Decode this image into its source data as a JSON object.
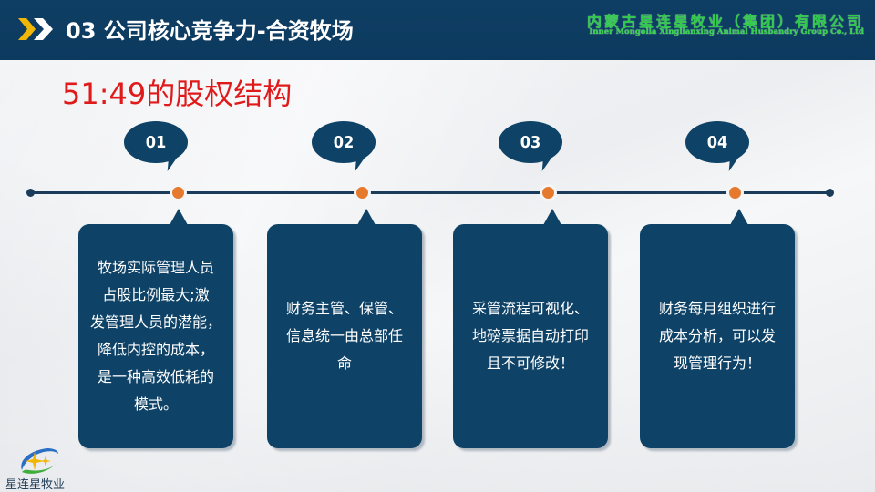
{
  "header": {
    "section_number_title": "03 公司核心竞争力-合资牧场",
    "company_name_cn": "内蒙古星连星牧业（集团）有限公司",
    "company_name_en": "Inner Mongolia Xinglianxing Animal Husbandry Group Co., Ltd",
    "icon": "double-chevron-icon"
  },
  "main": {
    "title": "51:49的股权结构",
    "title_color": "#e01a1a",
    "steps": [
      {
        "number": "01",
        "text": "牧场实际管理人员\n占股比例最大;激\n发管理人员的潜能，\n降低内控的成本，\n是一种高效低耗的\n模式。"
      },
      {
        "number": "02",
        "text": "财务主管、保管、\n信息统一由总部任\n命"
      },
      {
        "number": "03",
        "text": "采管流程可视化、\n地磅票据自动打印\n且不可修改！"
      },
      {
        "number": "04",
        "text": "财务每月组织进行\n成本分析，可以发\n现管理行为！"
      }
    ]
  },
  "footer": {
    "logo_text": "星连星牧业",
    "logo_icon": "star-swoosh-logo-icon"
  },
  "colors": {
    "header_bg": "#0c3a5f",
    "card_bg": "#0e4267",
    "node_dot": "#e57a2e",
    "company_green": "#2fc94a",
    "chevron_yellow": "#f2b705"
  }
}
